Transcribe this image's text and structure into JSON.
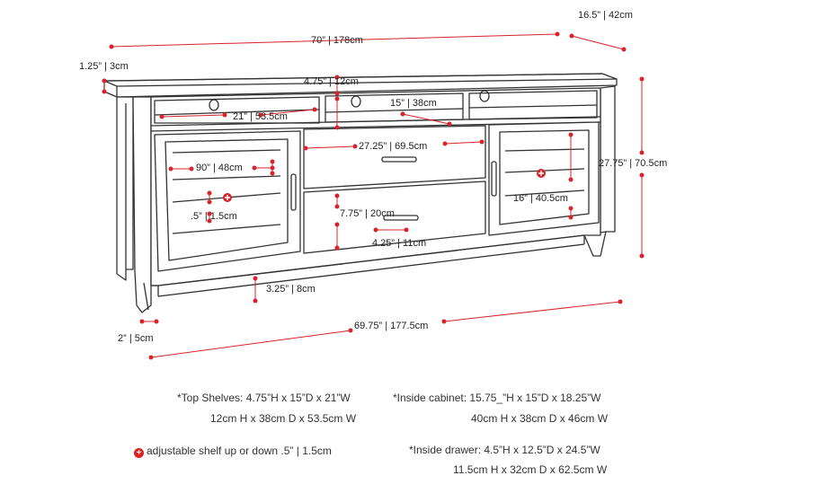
{
  "colors": {
    "line": "#333333",
    "dimension": "#d9232a",
    "text": "#222222"
  },
  "icons": {
    "adjust": "plus-circle-icon"
  },
  "dimensions": {
    "depth": "16.5” | 42cm",
    "width_top": "70” | 178cm",
    "top_thickness": "1.25” | 3cm",
    "top_shelf_height": "4.75” | 12cm",
    "top_shelf_depth": "15” | 38cm",
    "top_shelf_width": "21” | 53.5cm",
    "drawer_width": "27.25” | 69.5cm",
    "cabinet_shelf_depth": "90” | 48cm",
    "shelf_adjust_left": ".5” | 1.5cm",
    "drawer_height": "7.75” | 20cm",
    "handle_width": "4.25” | 11cm",
    "cabinet_height": "16” | 40.5cm",
    "total_height": "27.75” | 70.5cm",
    "leg_height": "3.25” | 8cm",
    "leg_width": "2” | 5cm",
    "width_bottom": "69.75” | 177.5cm"
  },
  "notes": {
    "top_shelves_line1": "*Top Shelves: 4.75”H x 15”D x 21”W",
    "top_shelves_line2": "12cm H x 38cm D x 53.5cm W",
    "inside_cabinet_line1": "*Inside cabinet: 15.75_”H x 15”D x 18.25”W",
    "inside_cabinet_line2": "40cm H x 38cm D x 46cm W",
    "adjustable": "adjustable shelf up or down .5” | 1.5cm",
    "inside_drawer_line1": "*Inside drawer: 4.5”H x 12.5”D x 24.5”W",
    "inside_drawer_line2": "11.5cm H x 32cm D x 62.5cm W"
  }
}
